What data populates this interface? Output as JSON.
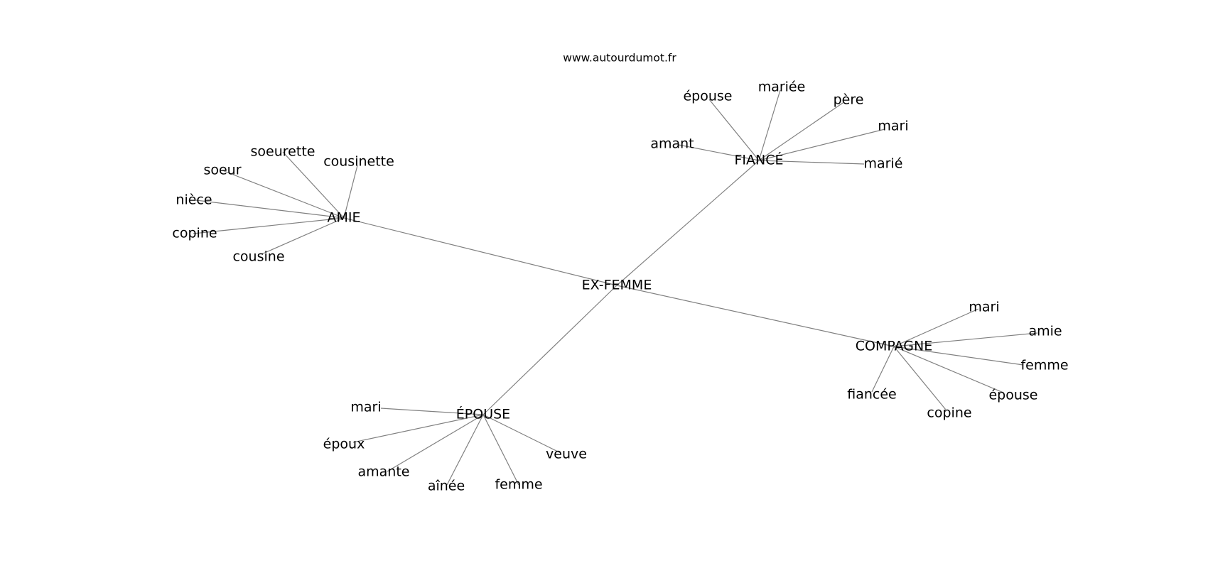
{
  "watermark": "www.autourdumot.fr",
  "center": "EX-FEMME",
  "hubs": [
    {
      "key": "amie",
      "label": "AMIE",
      "leaves": [
        "soeurette",
        "cousinette",
        "soeur",
        "nièce",
        "copine",
        "cousine"
      ]
    },
    {
      "key": "fiance",
      "label": "FIANCÉ",
      "leaves": [
        "épouse",
        "mariée",
        "père",
        "amant",
        "mari",
        "marié"
      ]
    },
    {
      "key": "compagne",
      "label": "COMPAGNE",
      "leaves": [
        "mari",
        "amie",
        "femme",
        "fiancée",
        "épouse",
        "copine"
      ]
    },
    {
      "key": "epouse",
      "label": "ÉPOUSE",
      "leaves": [
        "mari",
        "époux",
        "amante",
        "aînée",
        "femme",
        "veuve"
      ]
    }
  ],
  "colors": {
    "edge": "#808080",
    "text": "#000000",
    "background": "#ffffff"
  }
}
